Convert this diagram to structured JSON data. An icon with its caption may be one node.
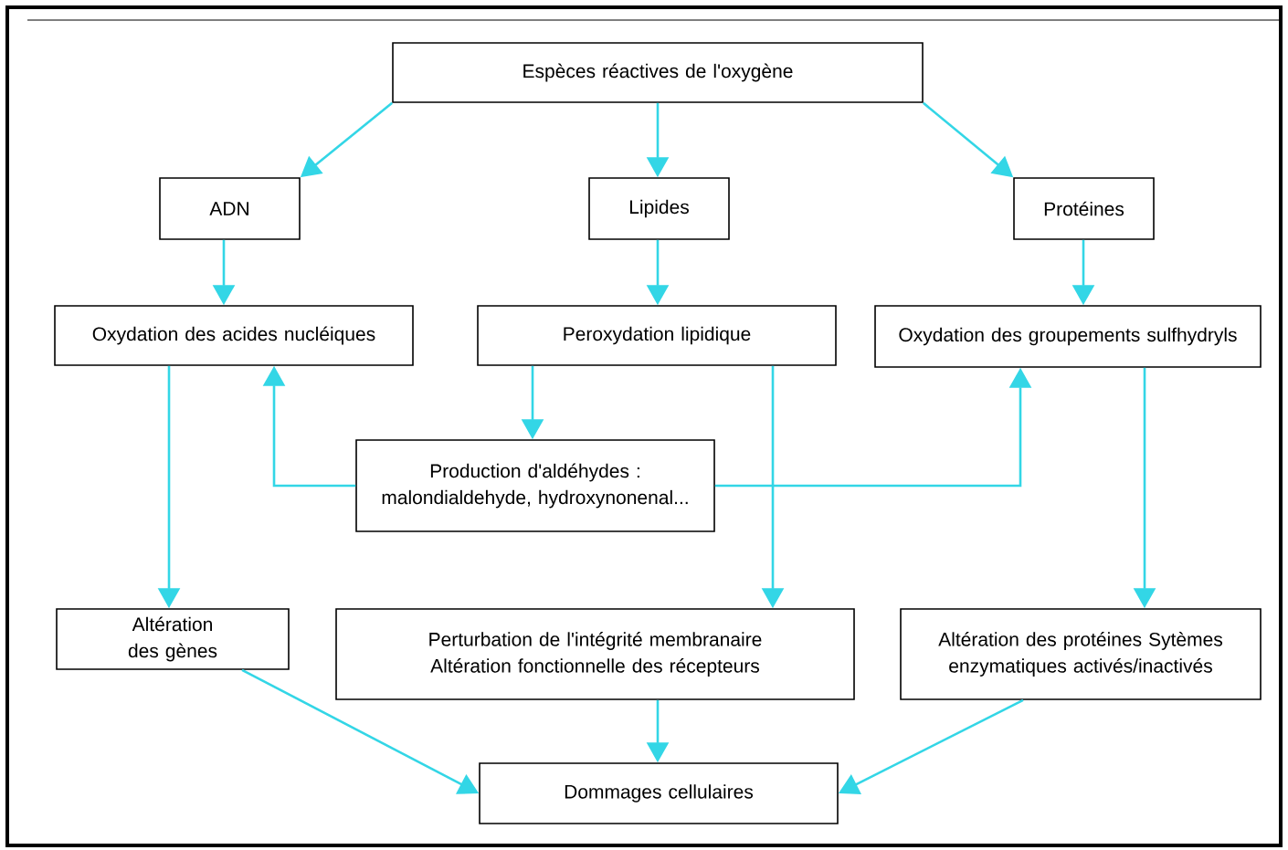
{
  "diagram": {
    "nodes": [
      {
        "text": [
          "Espèces réactives de l'oxygène"
        ]
      },
      {
        "text": [
          "ADN"
        ]
      },
      {
        "text": [
          "Lipides"
        ]
      },
      {
        "text": [
          "Protéines"
        ]
      },
      {
        "text": [
          "Oxydation des acides nucléiques"
        ]
      },
      {
        "text": [
          "Peroxydation lipidique"
        ]
      },
      {
        "text": [
          "Oxydation des groupements sulfhydryls"
        ]
      },
      {
        "text": [
          "Production d'aldéhydes : malondialdehyde, hydroxynonenal..."
        ]
      },
      {
        "text": [
          "Altération des gènes"
        ]
      },
      {
        "text": [
          "Perturbation de l'intégrité membranaire Altération fonctionnelle des récepteurs"
        ]
      },
      {
        "text": [
          "Altération des protéines Sytèmes enzymatiques activés/inactivés"
        ]
      },
      {
        "text": [
          "Dommages cellulaires"
        ]
      }
    ],
    "edges": [
      {
        "from": 0,
        "to": 1,
        "arrow": "to"
      },
      {
        "from": 0,
        "to": 2,
        "arrow": "to"
      },
      {
        "from": 0,
        "to": 3,
        "arrow": "to"
      },
      {
        "from": 1,
        "to": 4,
        "arrow": "to"
      },
      {
        "from": 2,
        "to": 5,
        "arrow": "to"
      },
      {
        "from": 3,
        "to": 6,
        "arrow": "to"
      },
      {
        "from": 5,
        "to": 7,
        "arrow": "to"
      },
      {
        "from": 7,
        "to": 4,
        "arrow": "to"
      },
      {
        "from": 7,
        "to": 6,
        "arrow": "to"
      },
      {
        "from": 4,
        "to": 8,
        "arrow": "to"
      },
      {
        "from": 5,
        "to": 9,
        "arrow": "to"
      },
      {
        "from": 6,
        "to": 10,
        "arrow": "to"
      },
      {
        "from": 8,
        "to": 11,
        "arrow": "to"
      },
      {
        "from": 9,
        "to": 11,
        "arrow": "to"
      },
      {
        "from": 10,
        "to": 11,
        "arrow": "to"
      }
    ]
  }
}
